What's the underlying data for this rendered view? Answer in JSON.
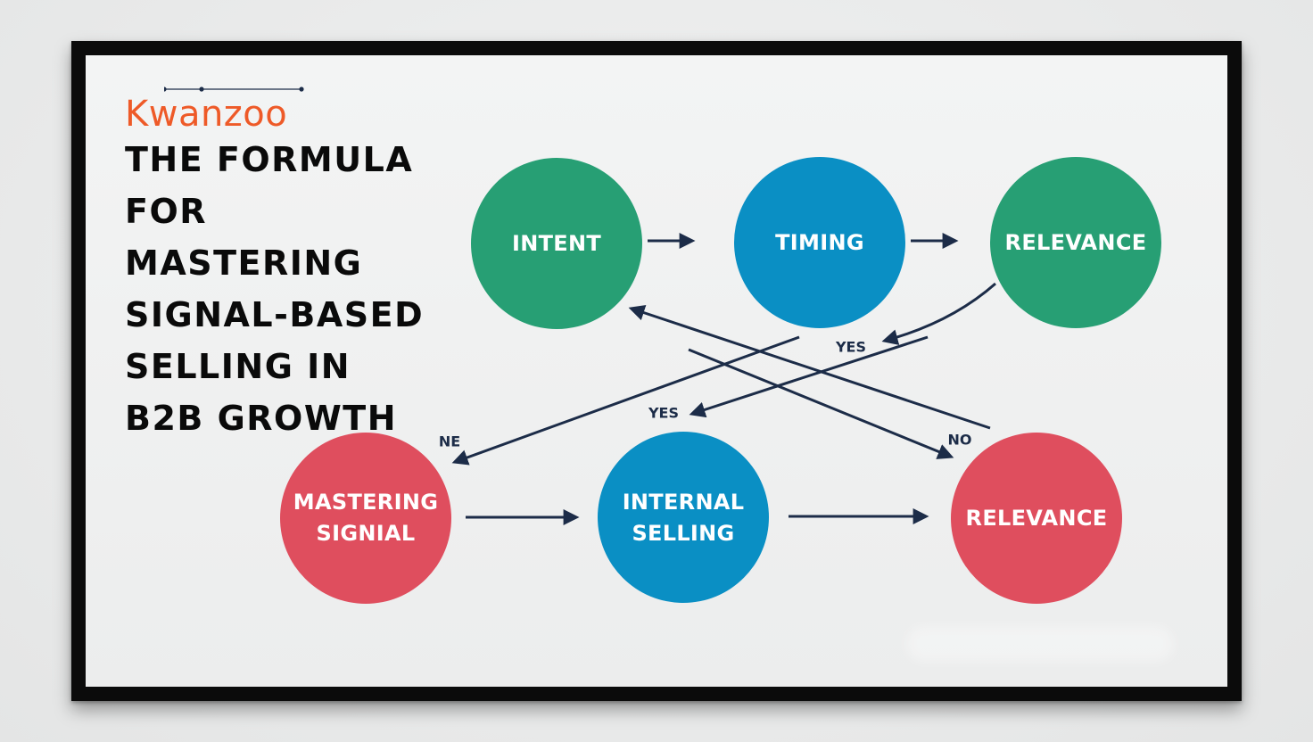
{
  "logo": {
    "text": "Kwanzoo"
  },
  "title": "THE  FORMULA\nFOR\nMASTERING\nSIGNAL-BASED\nSELLING IN\nB2B GROWTH",
  "colors": {
    "green": "#279f74",
    "blue": "#0a8fc4",
    "red": "#df4e5e",
    "arrow": "#1c2c48",
    "logo": "#ee5a28"
  },
  "nodes": [
    {
      "id": "intent",
      "lines": [
        "INTENT"
      ],
      "color": "green"
    },
    {
      "id": "timing",
      "lines": [
        "TIMING"
      ],
      "color": "blue"
    },
    {
      "id": "relevance-top",
      "lines": [
        "RELEVANCE"
      ],
      "color": "green"
    },
    {
      "id": "mastering-signal",
      "lines": [
        "MASTERING",
        "SIGNIAL"
      ],
      "color": "red"
    },
    {
      "id": "internal-selling",
      "lines": [
        "INTERNAL",
        "SELLING"
      ],
      "color": "blue"
    },
    {
      "id": "relevance-bottom",
      "lines": [
        "RELEVANCE"
      ],
      "color": "red"
    }
  ],
  "edge_labels": [
    {
      "id": "yes-upper",
      "text": "YES"
    },
    {
      "id": "yes-lower",
      "text": "YES"
    },
    {
      "id": "ne",
      "text": "NE"
    },
    {
      "id": "no",
      "text": "NO"
    }
  ]
}
